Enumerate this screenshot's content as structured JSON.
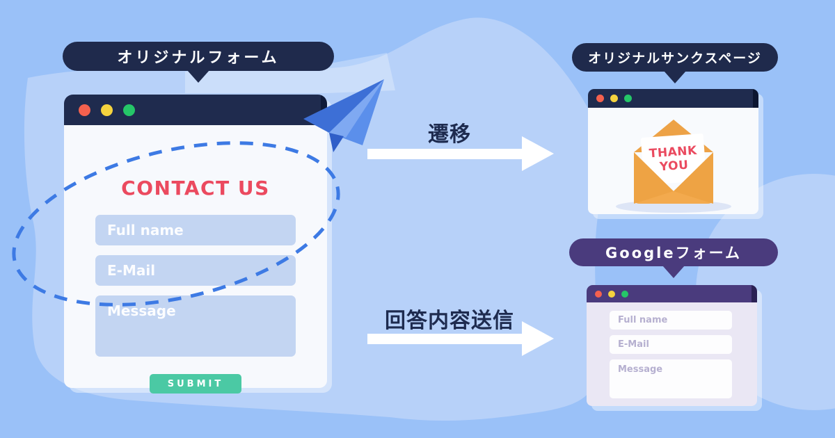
{
  "colors": {
    "background_outer": "#9ac1f8",
    "background_blob": "#b7d1f9",
    "navy": "#1f2a4c",
    "purple": "#4a3b7d",
    "accent_red": "#eb4a5f",
    "accent_teal": "#4bc9a4",
    "accent_orange": "#f2a94e",
    "dash_blue": "#3d7ae4",
    "traffic_red": "#f4614e",
    "traffic_yellow": "#f5d33e",
    "traffic_green": "#25c668"
  },
  "bubbles": {
    "original_form": "オリジナルフォーム",
    "thanks_page": "オリジナルサンクスページ",
    "google_form": "Googleフォーム"
  },
  "contact_form": {
    "title": "CONTACT US",
    "fields": [
      {
        "placeholder": "Full name",
        "value": ""
      },
      {
        "placeholder": "E-Mail",
        "value": ""
      },
      {
        "placeholder": "Message",
        "value": ""
      }
    ],
    "submit_label": "SUBMIT"
  },
  "thanks_card": {
    "line1": "THANK",
    "line2": "YOU"
  },
  "google_form_window": {
    "fields": [
      {
        "placeholder": "Full name",
        "value": ""
      },
      {
        "placeholder": "E-Mail",
        "value": ""
      },
      {
        "placeholder": "Message",
        "value": ""
      }
    ]
  },
  "arrows": {
    "transition_label": "遷移",
    "send_label": "回答内容送信"
  }
}
